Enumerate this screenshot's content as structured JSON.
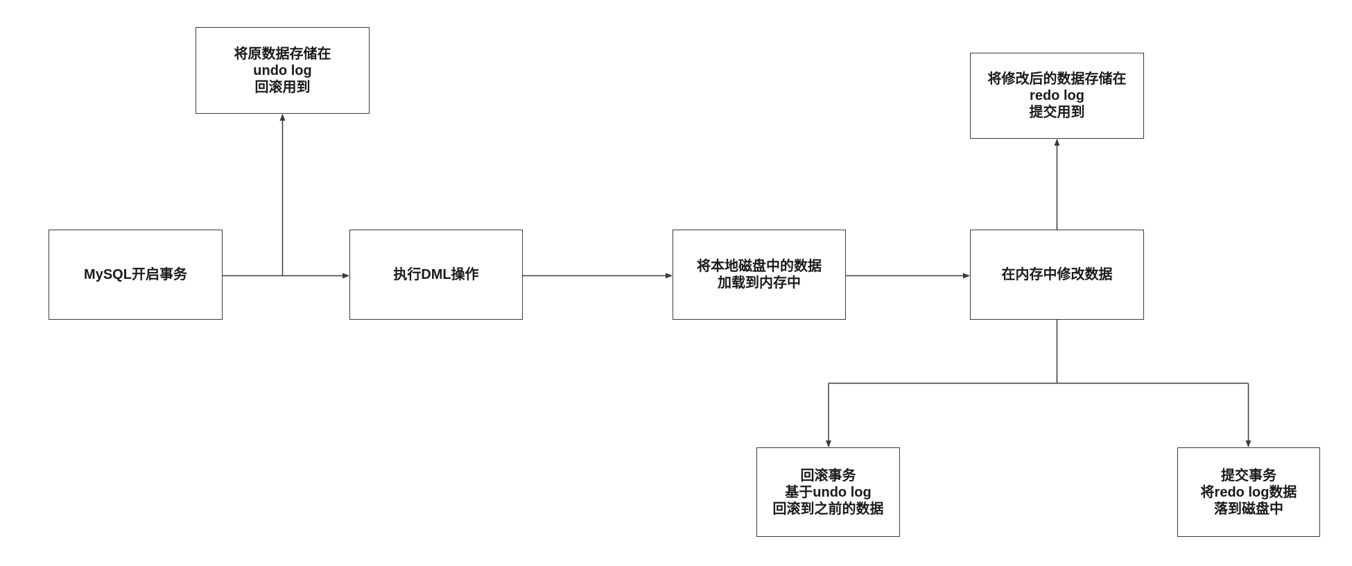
{
  "diagram": {
    "nodes": {
      "undo_store": {
        "lines": [
          "将原数据存储在",
          "undo log",
          "回滚用到"
        ]
      },
      "start": {
        "lines": [
          "MySQL开启事务"
        ]
      },
      "dml": {
        "lines": [
          "执行DML操作"
        ]
      },
      "load": {
        "lines": [
          "将本地磁盘中的数据",
          "加载到内存中"
        ]
      },
      "modify": {
        "lines": [
          "在内存中修改数据"
        ]
      },
      "redo_store": {
        "lines": [
          "将修改后的数据存储在",
          "redo log",
          "提交用到"
        ]
      },
      "rollback": {
        "lines": [
          "回滚事务",
          "基于undo log",
          "回滚到之前的数据"
        ]
      },
      "commit": {
        "lines": [
          "提交事务",
          "将redo log数据",
          "落到磁盘中"
        ]
      }
    },
    "edges": [
      {
        "from": "start",
        "to": "dml"
      },
      {
        "from": "start",
        "to": "undo_store"
      },
      {
        "from": "dml",
        "to": "load"
      },
      {
        "from": "load",
        "to": "modify"
      },
      {
        "from": "modify",
        "to": "redo_store"
      },
      {
        "from": "modify",
        "to": "rollback"
      },
      {
        "from": "modify",
        "to": "commit"
      }
    ],
    "colors": {
      "stroke": "#3a3a3a",
      "text": "#1a1a1a",
      "background": "#ffffff"
    }
  }
}
